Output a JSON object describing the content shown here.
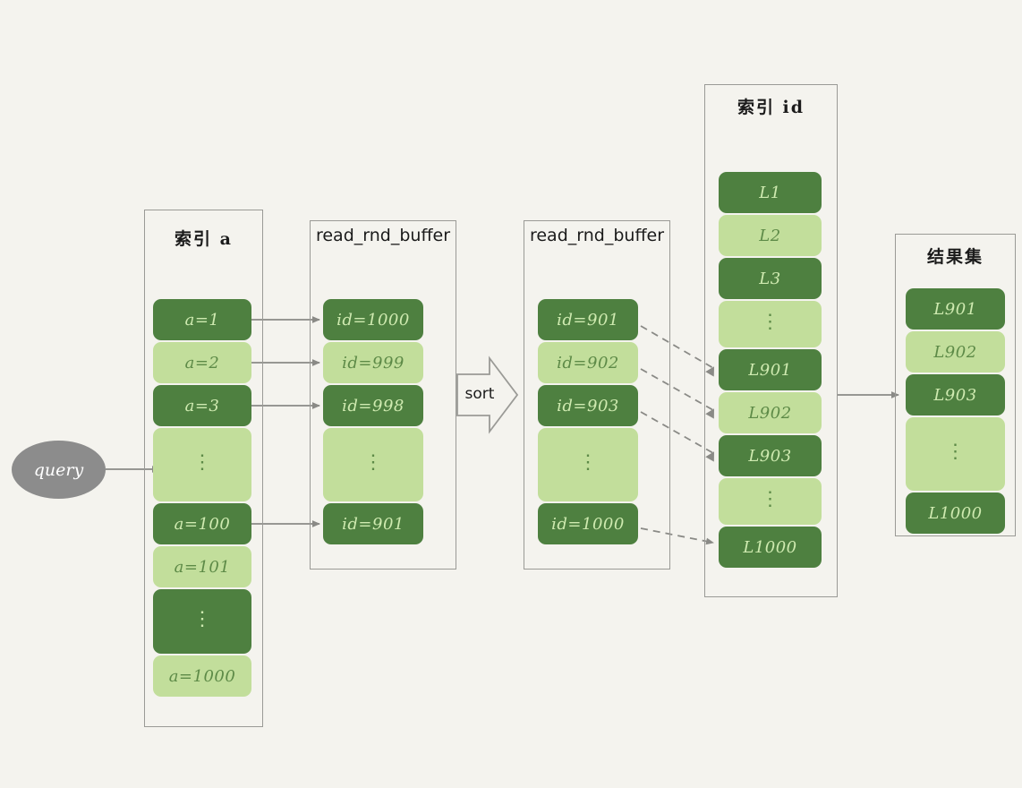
{
  "diagram": {
    "title_hidden": "",
    "background": "#f4f3ee",
    "colors": {
      "dark_green": "#4e8040",
      "light_green": "#c2de9b",
      "panel_border": "#9a9a96",
      "arrow": "#8a8a86",
      "query_fill": "#8c8c8c"
    }
  },
  "query": {
    "label": "query"
  },
  "sort": {
    "label": "sort"
  },
  "panels": [
    {
      "id": "index-a",
      "title": "索引 a",
      "title_style": "cjk",
      "cells": [
        {
          "label": "a=1",
          "tone": "dark",
          "kind": "value"
        },
        {
          "label": "a=2",
          "tone": "light",
          "kind": "value"
        },
        {
          "label": "a=3",
          "tone": "dark",
          "kind": "value"
        },
        {
          "label": "⋮",
          "tone": "light",
          "kind": "dots"
        },
        {
          "label": "a=100",
          "tone": "dark",
          "kind": "value"
        },
        {
          "label": "a=101",
          "tone": "light",
          "kind": "value"
        },
        {
          "label": "⋮",
          "tone": "dark",
          "kind": "dots"
        },
        {
          "label": "a=1000",
          "tone": "light",
          "kind": "value"
        }
      ]
    },
    {
      "id": "read-rnd-buffer-unsorted",
      "title": "read_rnd_buffer",
      "title_style": "mono",
      "cells": [
        {
          "label": "id=1000",
          "tone": "dark",
          "kind": "value"
        },
        {
          "label": "id=999",
          "tone": "light",
          "kind": "value"
        },
        {
          "label": "id=998",
          "tone": "dark",
          "kind": "value"
        },
        {
          "label": "⋮",
          "tone": "light",
          "kind": "dots"
        },
        {
          "label": "id=901",
          "tone": "dark",
          "kind": "value"
        }
      ]
    },
    {
      "id": "read-rnd-buffer-sorted",
      "title": "read_rnd_buffer",
      "title_style": "mono",
      "cells": [
        {
          "label": "id=901",
          "tone": "dark",
          "kind": "value"
        },
        {
          "label": "id=902",
          "tone": "light",
          "kind": "value"
        },
        {
          "label": "id=903",
          "tone": "dark",
          "kind": "value"
        },
        {
          "label": "⋮",
          "tone": "light",
          "kind": "dots"
        },
        {
          "label": "id=1000",
          "tone": "dark",
          "kind": "value"
        }
      ]
    },
    {
      "id": "index-id",
      "title": "索引 id",
      "title_style": "cjk",
      "cells": [
        {
          "label": "L1",
          "tone": "dark",
          "kind": "value"
        },
        {
          "label": "L2",
          "tone": "light",
          "kind": "value"
        },
        {
          "label": "L3",
          "tone": "dark",
          "kind": "value"
        },
        {
          "label": "⋮",
          "tone": "light",
          "kind": "dots"
        },
        {
          "label": "L901",
          "tone": "dark",
          "kind": "value"
        },
        {
          "label": "L902",
          "tone": "light",
          "kind": "value"
        },
        {
          "label": "L903",
          "tone": "dark",
          "kind": "value"
        },
        {
          "label": "⋮",
          "tone": "light",
          "kind": "dots"
        },
        {
          "label": "L1000",
          "tone": "dark",
          "kind": "value"
        }
      ]
    },
    {
      "id": "result-set",
      "title": "结果集",
      "title_style": "cjk",
      "cells": [
        {
          "label": "L901",
          "tone": "dark",
          "kind": "value"
        },
        {
          "label": "L902",
          "tone": "light",
          "kind": "value"
        },
        {
          "label": "L903",
          "tone": "dark",
          "kind": "value"
        },
        {
          "label": "⋮",
          "tone": "light",
          "kind": "dots"
        },
        {
          "label": "L1000",
          "tone": "dark",
          "kind": "value"
        }
      ]
    }
  ]
}
